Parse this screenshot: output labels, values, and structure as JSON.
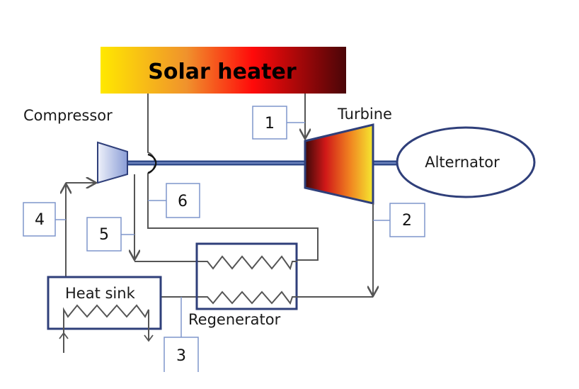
{
  "diagram": {
    "title": "Solar heater",
    "components": {
      "solar_heater": "Solar heater",
      "compressor": "Compressor",
      "turbine": "Turbine",
      "alternator": "Alternator",
      "heat_sink": "Heat sink",
      "regenerator": "Regenerator"
    },
    "state_points": [
      "1",
      "2",
      "3",
      "4",
      "5",
      "6"
    ],
    "colors": {
      "heater_gradient": [
        "#ffe800",
        "#f08a30",
        "#ff0000",
        "#4a0508"
      ],
      "turbine_gradient": [
        "#3b0808",
        "#d01818",
        "#f08020",
        "#f5e830"
      ],
      "compressor_gradient": [
        "#e8ecf8",
        "#8c9fd8"
      ],
      "shaft": "#2f4a8a",
      "unit_border": "#2f3f7a",
      "label_box_border": "#7f96cc",
      "pipe": "#555555"
    }
  }
}
